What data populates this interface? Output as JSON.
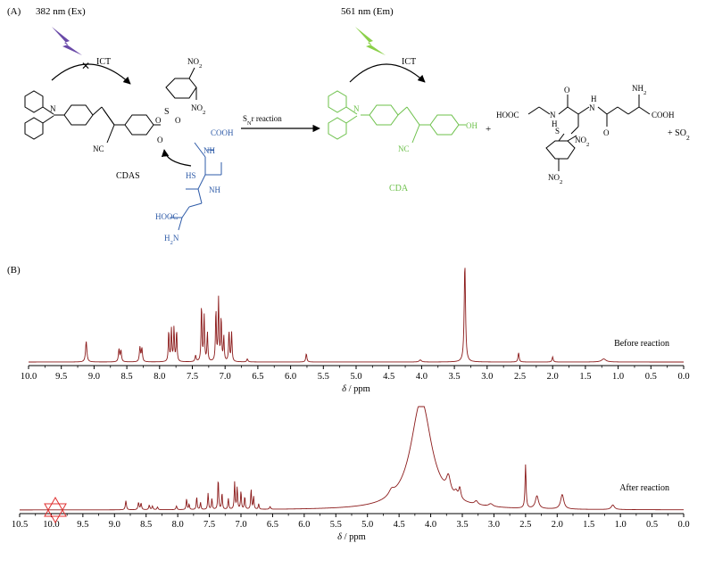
{
  "panel_a": {
    "label": "(A)",
    "excitation": "382 nm (Ex)",
    "emission": "561 nm (Em)",
    "ict": "ICT",
    "ict2": "ICT",
    "reaction": "SNAr reaction",
    "reactant_name": "CDAS",
    "product_name": "CDA",
    "plus1": "+",
    "plus2": "+ SO2",
    "groups": {
      "no2a": "NO2",
      "no2b": "NO2",
      "no2c": "NO2",
      "no2d": "NO2",
      "nc1": "NC",
      "nc2": "NC",
      "oh": "OH",
      "n1": "N",
      "n2": "N",
      "so2": "S",
      "o1": "O",
      "o2": "O",
      "o3": "O",
      "cooh1": "COOH",
      "hooc1": "HOOC",
      "nh1": "NH",
      "nh2": "NH",
      "hs": "HS",
      "h2n": "H2N",
      "hooc2": "HOOC",
      "nh3": "N",
      "h": "H",
      "nh4": "H",
      "nh5": "N",
      "nh2b": "NH2",
      "cooh2": "COOH",
      "s": "S",
      "o4": "O",
      "o5": "O"
    },
    "colors": {
      "probe": "#000000",
      "gsh": "#2e5ba8",
      "product": "#6cc04a",
      "ex_bolt": "#6a4aa8",
      "em_bolt": "#8bd04a"
    }
  },
  "panel_b": {
    "label": "(B)"
  },
  "chart_data": [
    {
      "type": "line",
      "title": "",
      "xlabel": "δ / ppm",
      "ylabel": "",
      "xlim": [
        10.0,
        0.0
      ],
      "x_reversed": true,
      "xticks": [
        "10.0",
        "9.5",
        "9.0",
        "8.5",
        "8.0",
        "7.5",
        "7.0",
        "6.5",
        "6.0",
        "5.5",
        "5.0",
        "4.5",
        "4.0",
        "3.5",
        "3.0",
        "2.5",
        "2.0",
        "1.5",
        "1.0",
        "0.5",
        "0.0"
      ],
      "annotation": "Before reaction",
      "color": "#8b1a1a",
      "peaks": [
        {
          "ppm": 9.12,
          "h": 0.2,
          "w": 0.012
        },
        {
          "ppm": 8.62,
          "h": 0.12,
          "w": 0.01
        },
        {
          "ppm": 8.59,
          "h": 0.11,
          "w": 0.01
        },
        {
          "ppm": 8.3,
          "h": 0.14,
          "w": 0.01
        },
        {
          "ppm": 8.27,
          "h": 0.13,
          "w": 0.01
        },
        {
          "ppm": 7.86,
          "h": 0.3,
          "w": 0.008
        },
        {
          "ppm": 7.82,
          "h": 0.32,
          "w": 0.008
        },
        {
          "ppm": 7.78,
          "h": 0.33,
          "w": 0.008
        },
        {
          "ppm": 7.74,
          "h": 0.3,
          "w": 0.008
        },
        {
          "ppm": 7.45,
          "h": 0.06,
          "w": 0.01
        },
        {
          "ppm": 7.36,
          "h": 0.55,
          "w": 0.008
        },
        {
          "ppm": 7.32,
          "h": 0.45,
          "w": 0.008
        },
        {
          "ppm": 7.27,
          "h": 0.28,
          "w": 0.008
        },
        {
          "ppm": 7.14,
          "h": 0.5,
          "w": 0.008
        },
        {
          "ppm": 7.1,
          "h": 0.6,
          "w": 0.008
        },
        {
          "ppm": 7.06,
          "h": 0.42,
          "w": 0.008
        },
        {
          "ppm": 7.02,
          "h": 0.24,
          "w": 0.008
        },
        {
          "ppm": 6.94,
          "h": 0.3,
          "w": 0.008
        },
        {
          "ppm": 6.9,
          "h": 0.28,
          "w": 0.008
        },
        {
          "ppm": 6.66,
          "h": 0.03,
          "w": 0.01
        },
        {
          "ppm": 5.76,
          "h": 0.08,
          "w": 0.01
        },
        {
          "ppm": 4.02,
          "h": 0.02,
          "w": 0.02
        },
        {
          "ppm": 3.34,
          "h": 0.95,
          "w": 0.012
        },
        {
          "ppm": 2.52,
          "h": 0.09,
          "w": 0.01
        },
        {
          "ppm": 2.0,
          "h": 0.05,
          "w": 0.01
        },
        {
          "ppm": 1.22,
          "h": 0.03,
          "w": 0.04
        }
      ]
    },
    {
      "type": "line",
      "title": "",
      "xlabel": "δ / ppm",
      "ylabel": "",
      "xlim": [
        10.5,
        0.0
      ],
      "x_reversed": true,
      "xticks": [
        "10.5",
        "10.0",
        "9.5",
        "9.0",
        "8.5",
        "8.0",
        "7.5",
        "7.0",
        "6.5",
        "6.0",
        "5.5",
        "5.0",
        "4.5",
        "4.0",
        "3.5",
        "3.0",
        "2.5",
        "2.0",
        "1.5",
        "1.0",
        "0.5",
        "0.0"
      ],
      "annotation": "After reaction",
      "color": "#8b1a1a",
      "peaks": [
        {
          "ppm": 8.82,
          "h": 0.1,
          "w": 0.01
        },
        {
          "ppm": 8.62,
          "h": 0.08,
          "w": 0.01
        },
        {
          "ppm": 8.58,
          "h": 0.07,
          "w": 0.01
        },
        {
          "ppm": 8.45,
          "h": 0.05,
          "w": 0.01
        },
        {
          "ppm": 8.4,
          "h": 0.04,
          "w": 0.01
        },
        {
          "ppm": 8.32,
          "h": 0.03,
          "w": 0.01
        },
        {
          "ppm": 8.02,
          "h": 0.04,
          "w": 0.01
        },
        {
          "ppm": 7.86,
          "h": 0.12,
          "w": 0.008
        },
        {
          "ppm": 7.82,
          "h": 0.06,
          "w": 0.008
        },
        {
          "ppm": 7.7,
          "h": 0.14,
          "w": 0.008
        },
        {
          "ppm": 7.64,
          "h": 0.08,
          "w": 0.008
        },
        {
          "ppm": 7.52,
          "h": 0.18,
          "w": 0.008
        },
        {
          "ppm": 7.46,
          "h": 0.12,
          "w": 0.008
        },
        {
          "ppm": 7.36,
          "h": 0.34,
          "w": 0.008
        },
        {
          "ppm": 7.3,
          "h": 0.18,
          "w": 0.008
        },
        {
          "ppm": 7.2,
          "h": 0.12,
          "w": 0.008
        },
        {
          "ppm": 7.1,
          "h": 0.3,
          "w": 0.008
        },
        {
          "ppm": 7.06,
          "h": 0.24,
          "w": 0.008
        },
        {
          "ppm": 7.0,
          "h": 0.2,
          "w": 0.008
        },
        {
          "ppm": 6.94,
          "h": 0.14,
          "w": 0.008
        },
        {
          "ppm": 6.84,
          "h": 0.22,
          "w": 0.008
        },
        {
          "ppm": 6.8,
          "h": 0.14,
          "w": 0.008
        },
        {
          "ppm": 6.72,
          "h": 0.06,
          "w": 0.008
        },
        {
          "ppm": 6.54,
          "h": 0.03,
          "w": 0.01
        },
        {
          "ppm": 4.62,
          "h": 0.06,
          "w": 0.05
        },
        {
          "ppm": 4.15,
          "h": 1.2,
          "w": 0.2
        },
        {
          "ppm": 3.72,
          "h": 0.18,
          "w": 0.04
        },
        {
          "ppm": 3.6,
          "h": 0.06,
          "w": 0.03
        },
        {
          "ppm": 3.54,
          "h": 0.12,
          "w": 0.02
        },
        {
          "ppm": 3.28,
          "h": 0.04,
          "w": 0.03
        },
        {
          "ppm": 3.05,
          "h": 0.03,
          "w": 0.04
        },
        {
          "ppm": 2.5,
          "h": 0.48,
          "w": 0.01
        },
        {
          "ppm": 2.32,
          "h": 0.14,
          "w": 0.03
        },
        {
          "ppm": 1.92,
          "h": 0.16,
          "w": 0.03
        },
        {
          "ppm": 1.12,
          "h": 0.05,
          "w": 0.03
        }
      ]
    }
  ]
}
